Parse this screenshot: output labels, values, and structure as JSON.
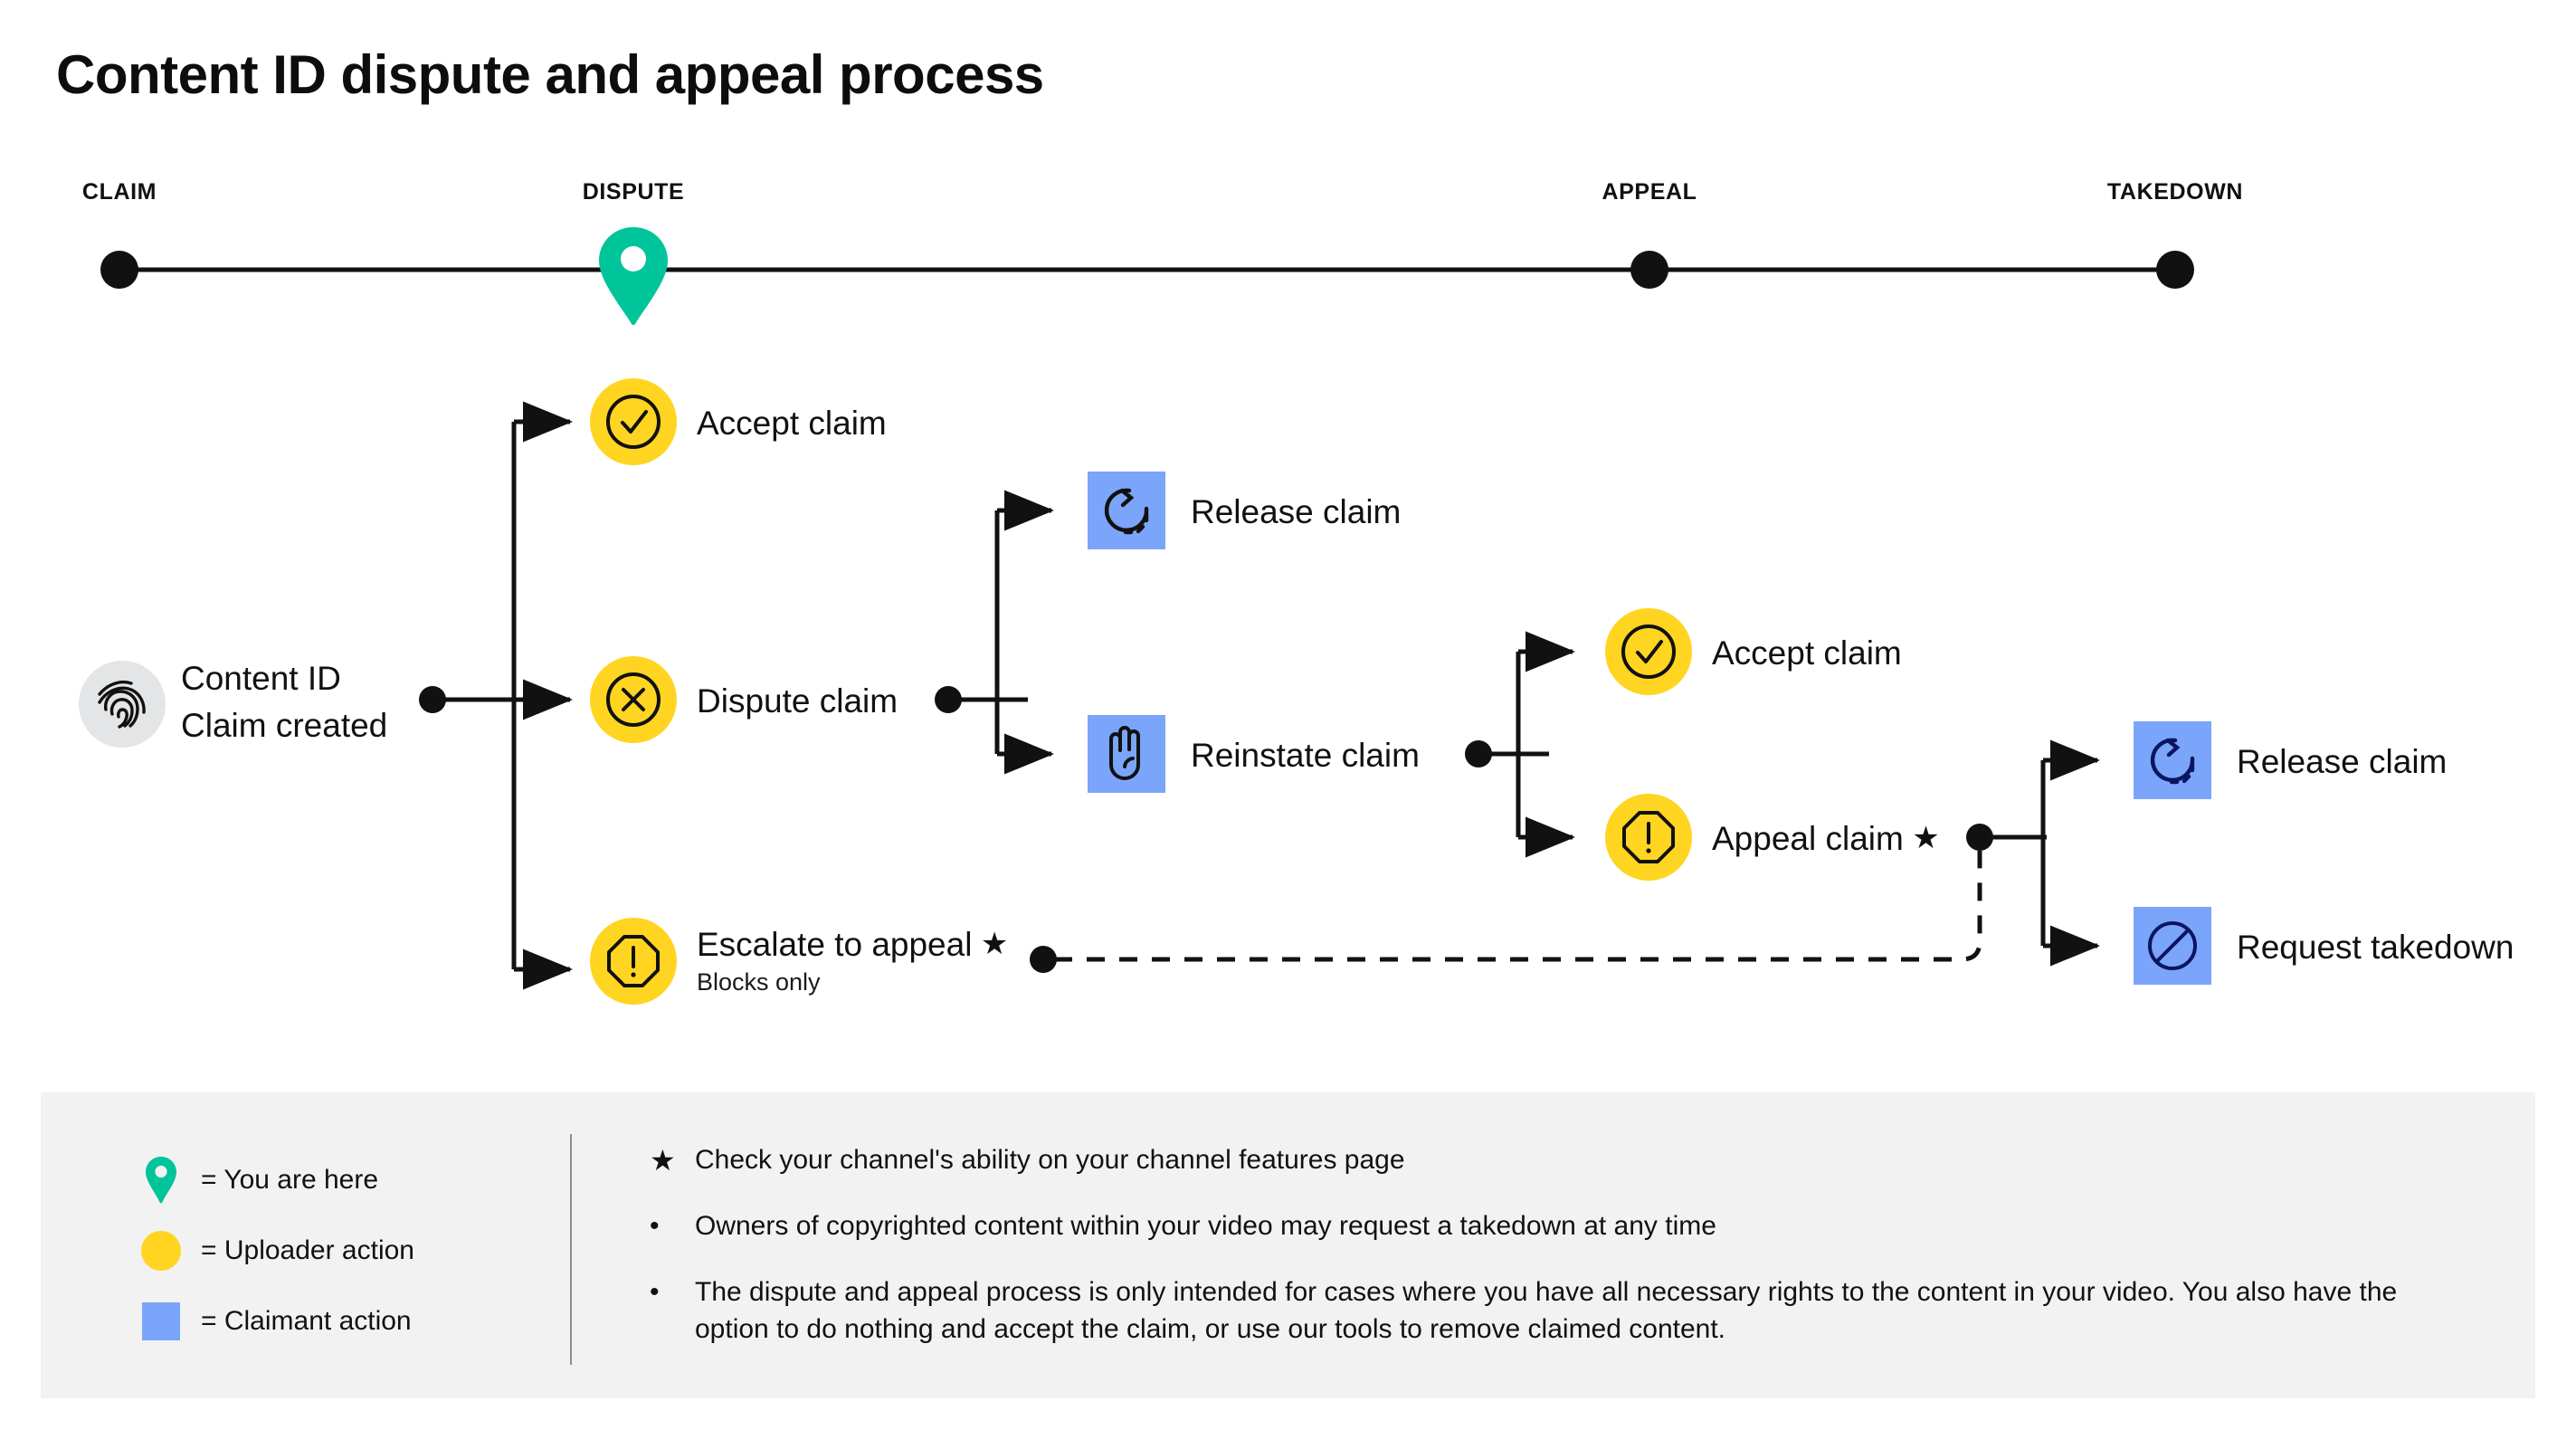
{
  "title": "Content ID dispute and appeal process",
  "timeline": {
    "stages": [
      {
        "label": "CLAIM",
        "marker": "dot"
      },
      {
        "label": "DISPUTE",
        "marker": "pin"
      },
      {
        "label": "APPEAL",
        "marker": "dot"
      },
      {
        "label": "TAKEDOWN",
        "marker": "dot"
      }
    ]
  },
  "colors": {
    "uploader": "#FFD521",
    "claimant": "#7BA5FA",
    "you_are_here": "#00C49A",
    "line": "#111111",
    "panel_bg": "#f2f2f2",
    "start_badge_bg": "#e3e5e6",
    "claimant_icon": "#0b1560"
  },
  "flow": {
    "start": {
      "icon": "fingerprint-icon",
      "line1": "Content ID",
      "line2": "Claim created"
    },
    "nodes": [
      {
        "id": "accept-claim-1",
        "label": "Accept claim",
        "icon": "check-circle-icon",
        "actor": "uploader",
        "star": false,
        "sub": ""
      },
      {
        "id": "dispute-claim",
        "label": "Dispute claim",
        "icon": "x-circle-icon",
        "actor": "uploader",
        "star": false,
        "sub": ""
      },
      {
        "id": "escalate-to-appeal",
        "label": "Escalate to appeal",
        "icon": "alert-octagon-icon",
        "actor": "uploader",
        "star": true,
        "sub": "Blocks only"
      },
      {
        "id": "release-claim-1",
        "label": "Release claim",
        "icon": "restore-icon",
        "actor": "claimant",
        "star": false,
        "sub": ""
      },
      {
        "id": "reinstate-claim",
        "label": "Reinstate claim",
        "icon": "hand-stop-icon",
        "actor": "claimant",
        "star": false,
        "sub": ""
      },
      {
        "id": "accept-claim-2",
        "label": "Accept claim",
        "icon": "check-circle-icon",
        "actor": "uploader",
        "star": false,
        "sub": ""
      },
      {
        "id": "appeal-claim",
        "label": "Appeal claim",
        "icon": "alert-octagon-icon",
        "actor": "uploader",
        "star": true,
        "sub": ""
      },
      {
        "id": "release-claim-2",
        "label": "Release claim",
        "icon": "restore-icon",
        "actor": "claimant",
        "star": false,
        "sub": ""
      },
      {
        "id": "request-takedown",
        "label": "Request takedown",
        "icon": "block-icon",
        "actor": "claimant",
        "star": false,
        "sub": ""
      }
    ]
  },
  "legend": {
    "items": [
      {
        "swatch": "pin",
        "text": "= You are here"
      },
      {
        "swatch": "circle",
        "text": "= Uploader action"
      },
      {
        "swatch": "square",
        "text": "= Claimant action"
      }
    ]
  },
  "notes": [
    {
      "marker": "★",
      "marker_kind": "star",
      "text": "Check your channel's ability on your channel features page"
    },
    {
      "marker": "•",
      "marker_kind": "bullet",
      "text": "Owners of copyrighted content within your video may request a takedown at any time"
    },
    {
      "marker": "•",
      "marker_kind": "bullet",
      "text": "The dispute and appeal process is only intended for cases where you have all necessary rights to the content in your video. You also have the option to do nothing and accept the claim, or use our tools to remove claimed content."
    }
  ]
}
